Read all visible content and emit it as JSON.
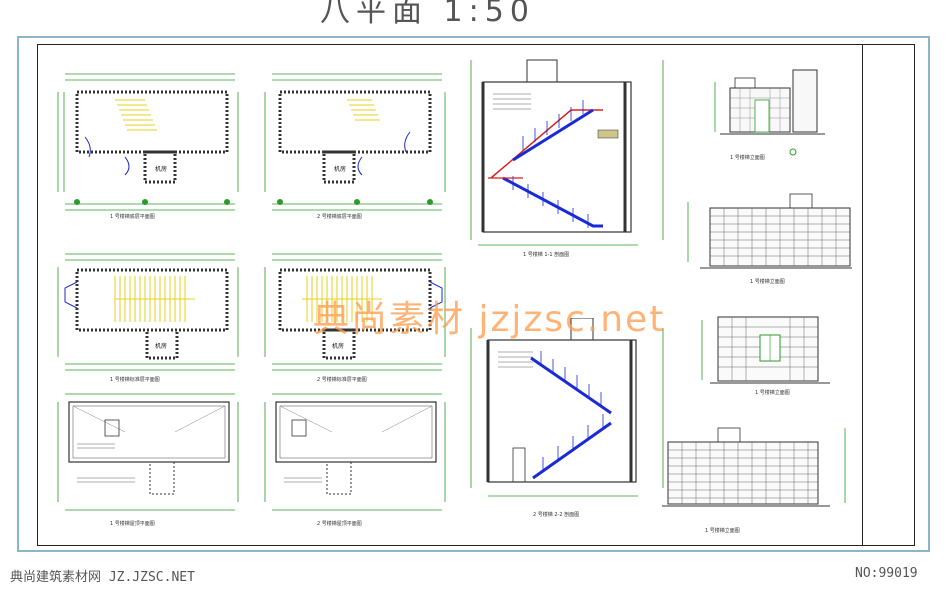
{
  "top_title": "八平面      1:50",
  "watermark": "典尚素材  jzjzsc.net",
  "footer": {
    "left": "典尚建筑素材网 JZ.JZSC.NET",
    "right": "NO:99019"
  },
  "captions": {
    "plan_1": "1 号楼梯底层平面图",
    "plan_2": "2 号楼梯底层平面图",
    "plan_3": "1 号楼梯标准层平面图",
    "plan_4": "2 号楼梯标准层平面图",
    "plan_5": "1 号楼梯屋顶平面图",
    "plan_6": "2 号楼梯屋顶平面图",
    "section_1": "1 号楼梯 1-1 剖面图",
    "section_2": "2 号楼梯 2-2 剖面图",
    "elev_1": "1 号楼梯立面图",
    "elev_2": "1 号楼梯立面图",
    "elev_3": "1 号楼梯立面图",
    "elev_4": "1 号楼梯立面图"
  },
  "scale_label": "1:50",
  "room_label": "机房",
  "colors": {
    "stair_blue": "#1a2bd6",
    "stair_red": "#d82020",
    "fill_yellow": "#f2e84a",
    "wall_green": "#2a9a2a",
    "frame_blue": "#8ab6c8",
    "watermark": "#ff9a4a"
  }
}
